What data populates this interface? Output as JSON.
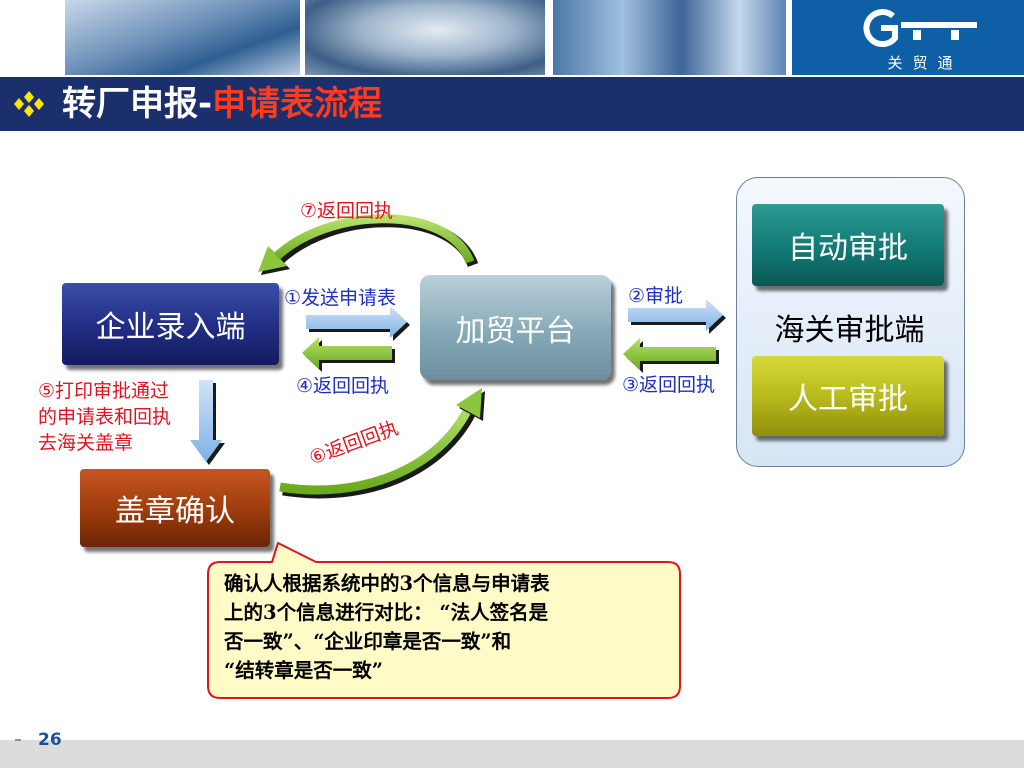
{
  "header": {
    "logo_text": "关贸通",
    "title_main": "转厂申报-",
    "title_accent": "申请表流程"
  },
  "nodes": {
    "enterprise": "企业录入端",
    "platform": "加贸平台",
    "stamp": "盖章确认",
    "auto_approval": "自动审批",
    "manual_approval": "人工审批",
    "customs_side": "海关审批端"
  },
  "steps": {
    "s1": "①发送申请表",
    "s2": "②审批",
    "s3": "③返回回执",
    "s4": "④返回回执",
    "s6": "⑥返回回执",
    "s7": "⑦返回回执",
    "s5_lines": [
      "⑤打印审批通过",
      "的申请表和回执",
      "去海关盖章"
    ]
  },
  "callout_lines": [
    "确认人根据系统中的3个信息与申请表",
    "上的3个信息进行对比： “法人签名是",
    "否一致”、“企业印章是否一致”和",
    "“结转章是否一致”"
  ],
  "footer": {
    "page_number": "26"
  },
  "colors": {
    "title_bar": "#1a2f6c",
    "accent_red": "#ff3b1f",
    "arrow_green": "#8cc63f",
    "arrow_blue": "#9cc4ee"
  }
}
